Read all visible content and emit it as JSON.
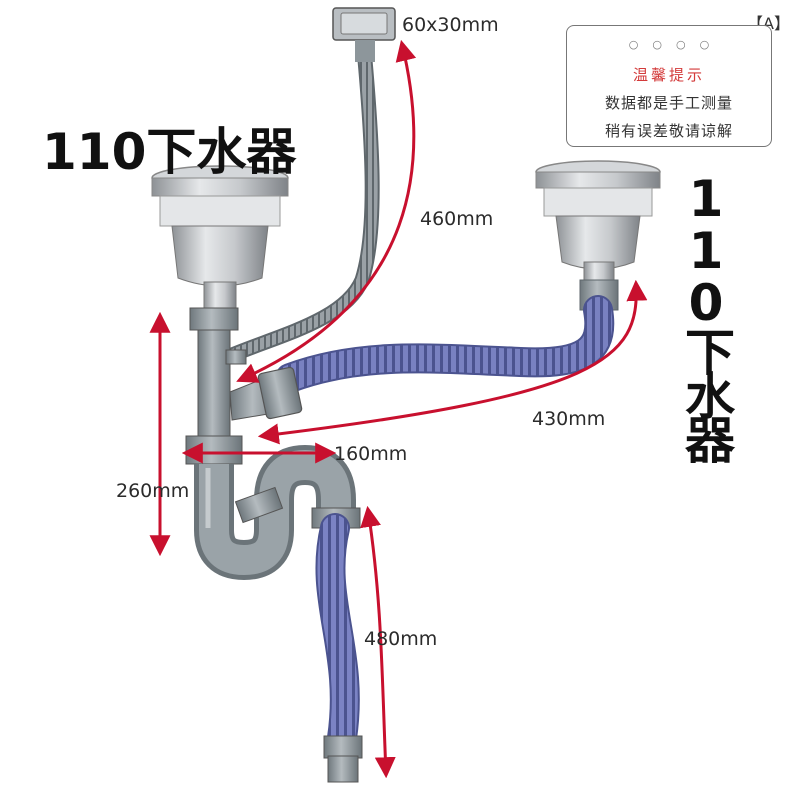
{
  "title_left": "110下水器",
  "title_right": "110下水器",
  "corner_tag": "【A】",
  "notice": {
    "title": "温馨提示",
    "line1": "数据都是手工测量",
    "line2": "稍有误差敬请谅解"
  },
  "dimensions": {
    "outlet": "60x30mm",
    "overflow_hose": "460mm",
    "side_hose": "430mm",
    "trap_width": "160mm",
    "trap_height": "260mm",
    "drain_hose": "480mm"
  },
  "colors": {
    "arrow": "#c8102e",
    "pipe_gray": "#8d969b",
    "hose_blue": "#6c74b8",
    "steel": "#b9bcbf"
  }
}
